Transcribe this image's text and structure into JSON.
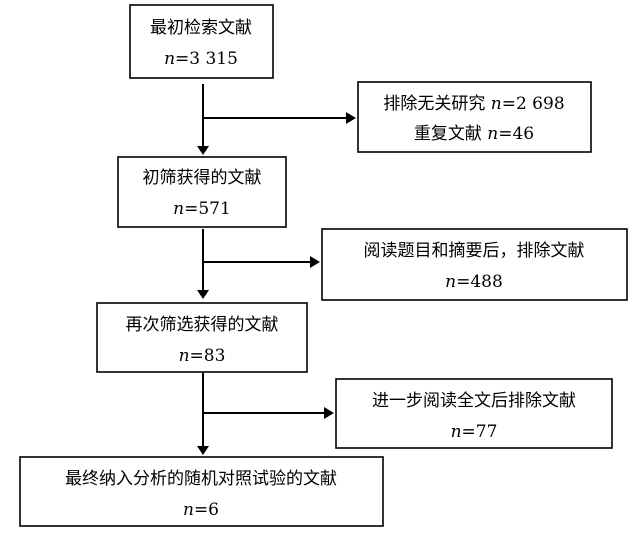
{
  "boxes": {
    "initial": {
      "line1": "最初检索文献",
      "n_label": "n",
      "n_value": "=3 315"
    },
    "exclude1": {
      "line1": "排除无关研究 ",
      "n1_label": "n",
      "n1_value": "=2 698",
      "line2": "重复文献 ",
      "n2_label": "n",
      "n2_value": "=46"
    },
    "screen1": {
      "line1": "初筛获得的文献",
      "n_label": "n",
      "n_value": "=571"
    },
    "exclude2": {
      "line1": "阅读题目和摘要后，排除文献",
      "n_label": "n",
      "n_value": "=488"
    },
    "screen2": {
      "line1": "再次筛选获得的文献",
      "n_label": "n",
      "n_value": "=83"
    },
    "exclude3": {
      "line1": "进一步阅读全文后排除文献",
      "n_label": "n",
      "n_value": "=77"
    },
    "final": {
      "line1": "最终纳入分析的随机对照试验的文献",
      "n_label": "n",
      "n_value": "=6"
    }
  },
  "colors": {
    "stroke": "#000000",
    "background": "#ffffff"
  }
}
